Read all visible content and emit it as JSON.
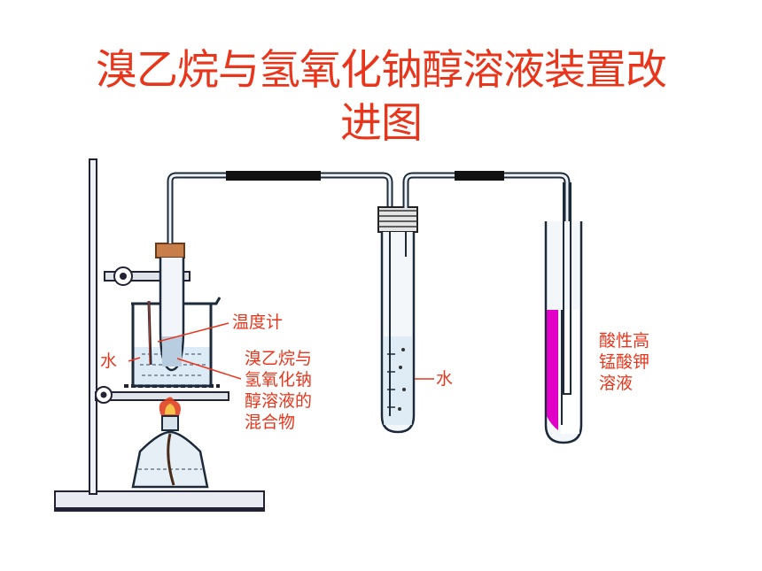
{
  "title": {
    "line1": "溴乙烷与氢氧化钠醇溶液装置改",
    "line2": "进图"
  },
  "labels": {
    "thermometer": "温度计",
    "water_left": "水",
    "mixture": [
      "溴乙烷与",
      "氢氧化钠",
      "醇溶液的",
      "混合物"
    ],
    "water_middle": "水",
    "kmno4": [
      "酸性高",
      "锰酸钾",
      "溶液"
    ]
  },
  "colors": {
    "title": "#e8361c",
    "label": "#e8361c",
    "kmno4_solution": "#e000c8",
    "flame": "#e04020",
    "tubing": "#111111",
    "stopper": "#c87e4a"
  }
}
